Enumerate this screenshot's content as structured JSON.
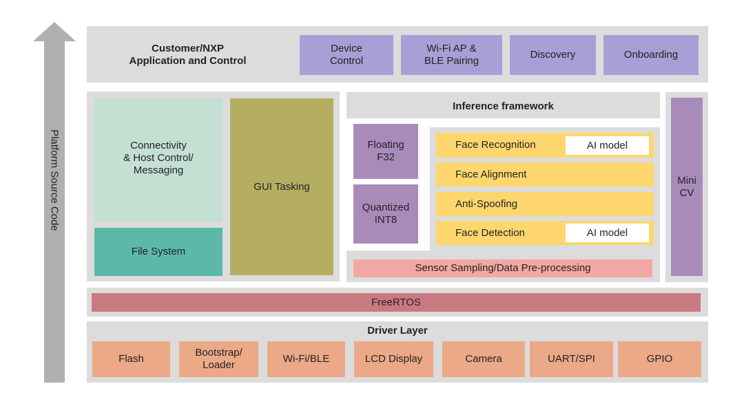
{
  "side_label": "Platform Source Code",
  "app_layer": {
    "title": "Customer/NXP\nApplication and Control",
    "items": [
      "Device\nControl",
      "Wi-Fi AP &\nBLE Pairing",
      "Discovery",
      "Onboarding"
    ]
  },
  "middle": {
    "connectivity": "Connectivity\n& Host Control/\nMessaging",
    "file_system": "File System",
    "gui": "GUI Tasking",
    "inference_title": "Inference framework",
    "floating": "Floating\nF32",
    "quantized": "Quantized\nINT8",
    "face_recognition": "Face Recognition",
    "face_alignment": "Face Alignment",
    "anti_spoofing": "Anti-Spoofing",
    "face_detection": "Face Detection",
    "ai_model_1": "AI model",
    "ai_model_2": "AI model",
    "sensor": "Sensor Sampling/Data Pre-processing",
    "mini_cv": "Mini\nCV"
  },
  "rtos": "FreeRTOS",
  "driver_layer": {
    "title": "Driver Layer",
    "items": [
      "Flash",
      "Bootstrap/\nLoader",
      "Wi-Fi/BLE",
      "LCD Display",
      "Camera",
      "UART/SPI",
      "GPIO"
    ]
  },
  "colors": {
    "panel": "#dcdcdc",
    "app_item": "#a99fd6",
    "connectivity": "#c3e0d3",
    "file_system": "#5cb8a8",
    "gui": "#b5ae62",
    "precision": "#a98bba",
    "face_task": "#fdd66d",
    "sensor": "#f3a7a4",
    "rtos": "#c97a81",
    "driver_item": "#eca987"
  }
}
